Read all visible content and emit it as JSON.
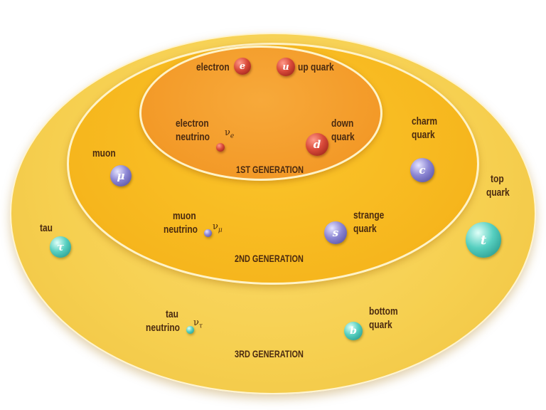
{
  "generations": {
    "first": "1ST GENERATION",
    "second": "2ND GENERATION",
    "third": "3RD GENERATION"
  },
  "particles": {
    "electron": {
      "name": "electron",
      "symbol": "e"
    },
    "up": {
      "name": "up quark",
      "symbol": "u"
    },
    "electron_neutrino": {
      "name_line1": "electron",
      "name_line2": "neutrino",
      "symbol": "ν",
      "sub": "e"
    },
    "down": {
      "name_line1": "down",
      "name_line2": "quark",
      "symbol": "d"
    },
    "muon": {
      "name": "muon",
      "symbol": "μ"
    },
    "charm": {
      "name_line1": "charm",
      "name_line2": "quark",
      "symbol": "c"
    },
    "muon_neutrino": {
      "name_line1": "muon",
      "name_line2": "neutrino",
      "symbol": "ν",
      "sub": "μ"
    },
    "strange": {
      "name_line1": "strange",
      "name_line2": "quark",
      "symbol": "s"
    },
    "tau": {
      "name": "tau",
      "symbol": "τ"
    },
    "top": {
      "name_line1": "top",
      "name_line2": "quark",
      "symbol": "t"
    },
    "tau_neutrino": {
      "name_line1": "tau",
      "name_line2": "neutrino",
      "symbol": "ν",
      "sub": "τ"
    },
    "bottom": {
      "name_line1": "bottom",
      "name_line2": "quark",
      "symbol": "b"
    }
  },
  "colors": {
    "first_gen_particle": "#d94a3a",
    "second_gen_particle": "#8c86d4",
    "third_gen_particle": "#56cfc0"
  }
}
